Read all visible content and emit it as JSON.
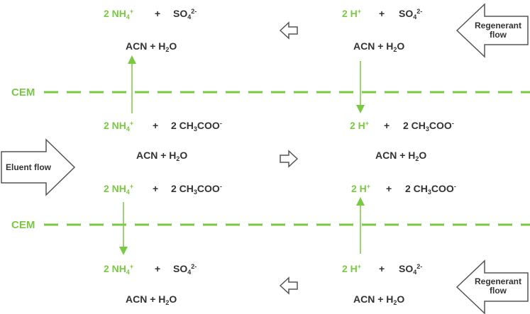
{
  "colors": {
    "accent": "#7ac943",
    "text": "#333333",
    "arrow_stroke": "#555555"
  },
  "membranes": {
    "top_label": "CEM",
    "bottom_label": "CEM"
  },
  "flows": {
    "eluent": "Eluent flow",
    "regenerant_top_line1": "Regenerant",
    "regenerant_top_line2": "flow",
    "regenerant_bottom_line1": "Regenerant",
    "regenerant_bottom_line2": "flow"
  },
  "species": {
    "nh4": {
      "base": "2 NH",
      "sub": "4",
      "sup": "+"
    },
    "h": {
      "base": "2 H",
      "sup": "+"
    },
    "so4": {
      "base": "SO",
      "sub": "4",
      "sup": "2-"
    },
    "acetate": {
      "base": "2 CH",
      "sub": "3",
      "tail": "COO",
      "sup": "-"
    },
    "plus": "+",
    "solvent": {
      "a": "ACN + H",
      "sub": "2",
      "b": "O"
    }
  }
}
